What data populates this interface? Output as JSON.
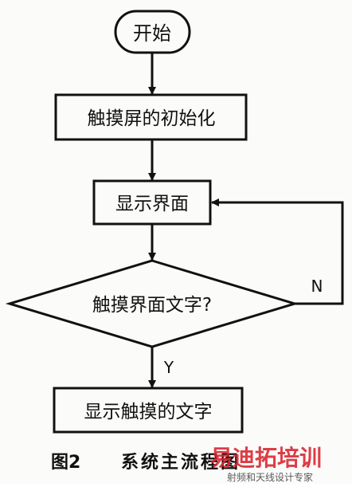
{
  "flowchart": {
    "start_label": "开始",
    "init_label": "触摸屏的初始化",
    "show_ui_label": "显示界面",
    "decision_label": "触摸界面文字?",
    "no_label": "N",
    "yes_label": "Y",
    "show_text_label": "显示触摸的文字"
  },
  "caption": {
    "figure_number": "图2",
    "title": "系统主流程图"
  },
  "watermark": {
    "logo_text": "易迪拓培训",
    "tagline": "射频和天线设计专家"
  },
  "colors": {
    "ink": "#111111",
    "paper": "#fbfbf9",
    "watermark_red": "#d9232e"
  }
}
